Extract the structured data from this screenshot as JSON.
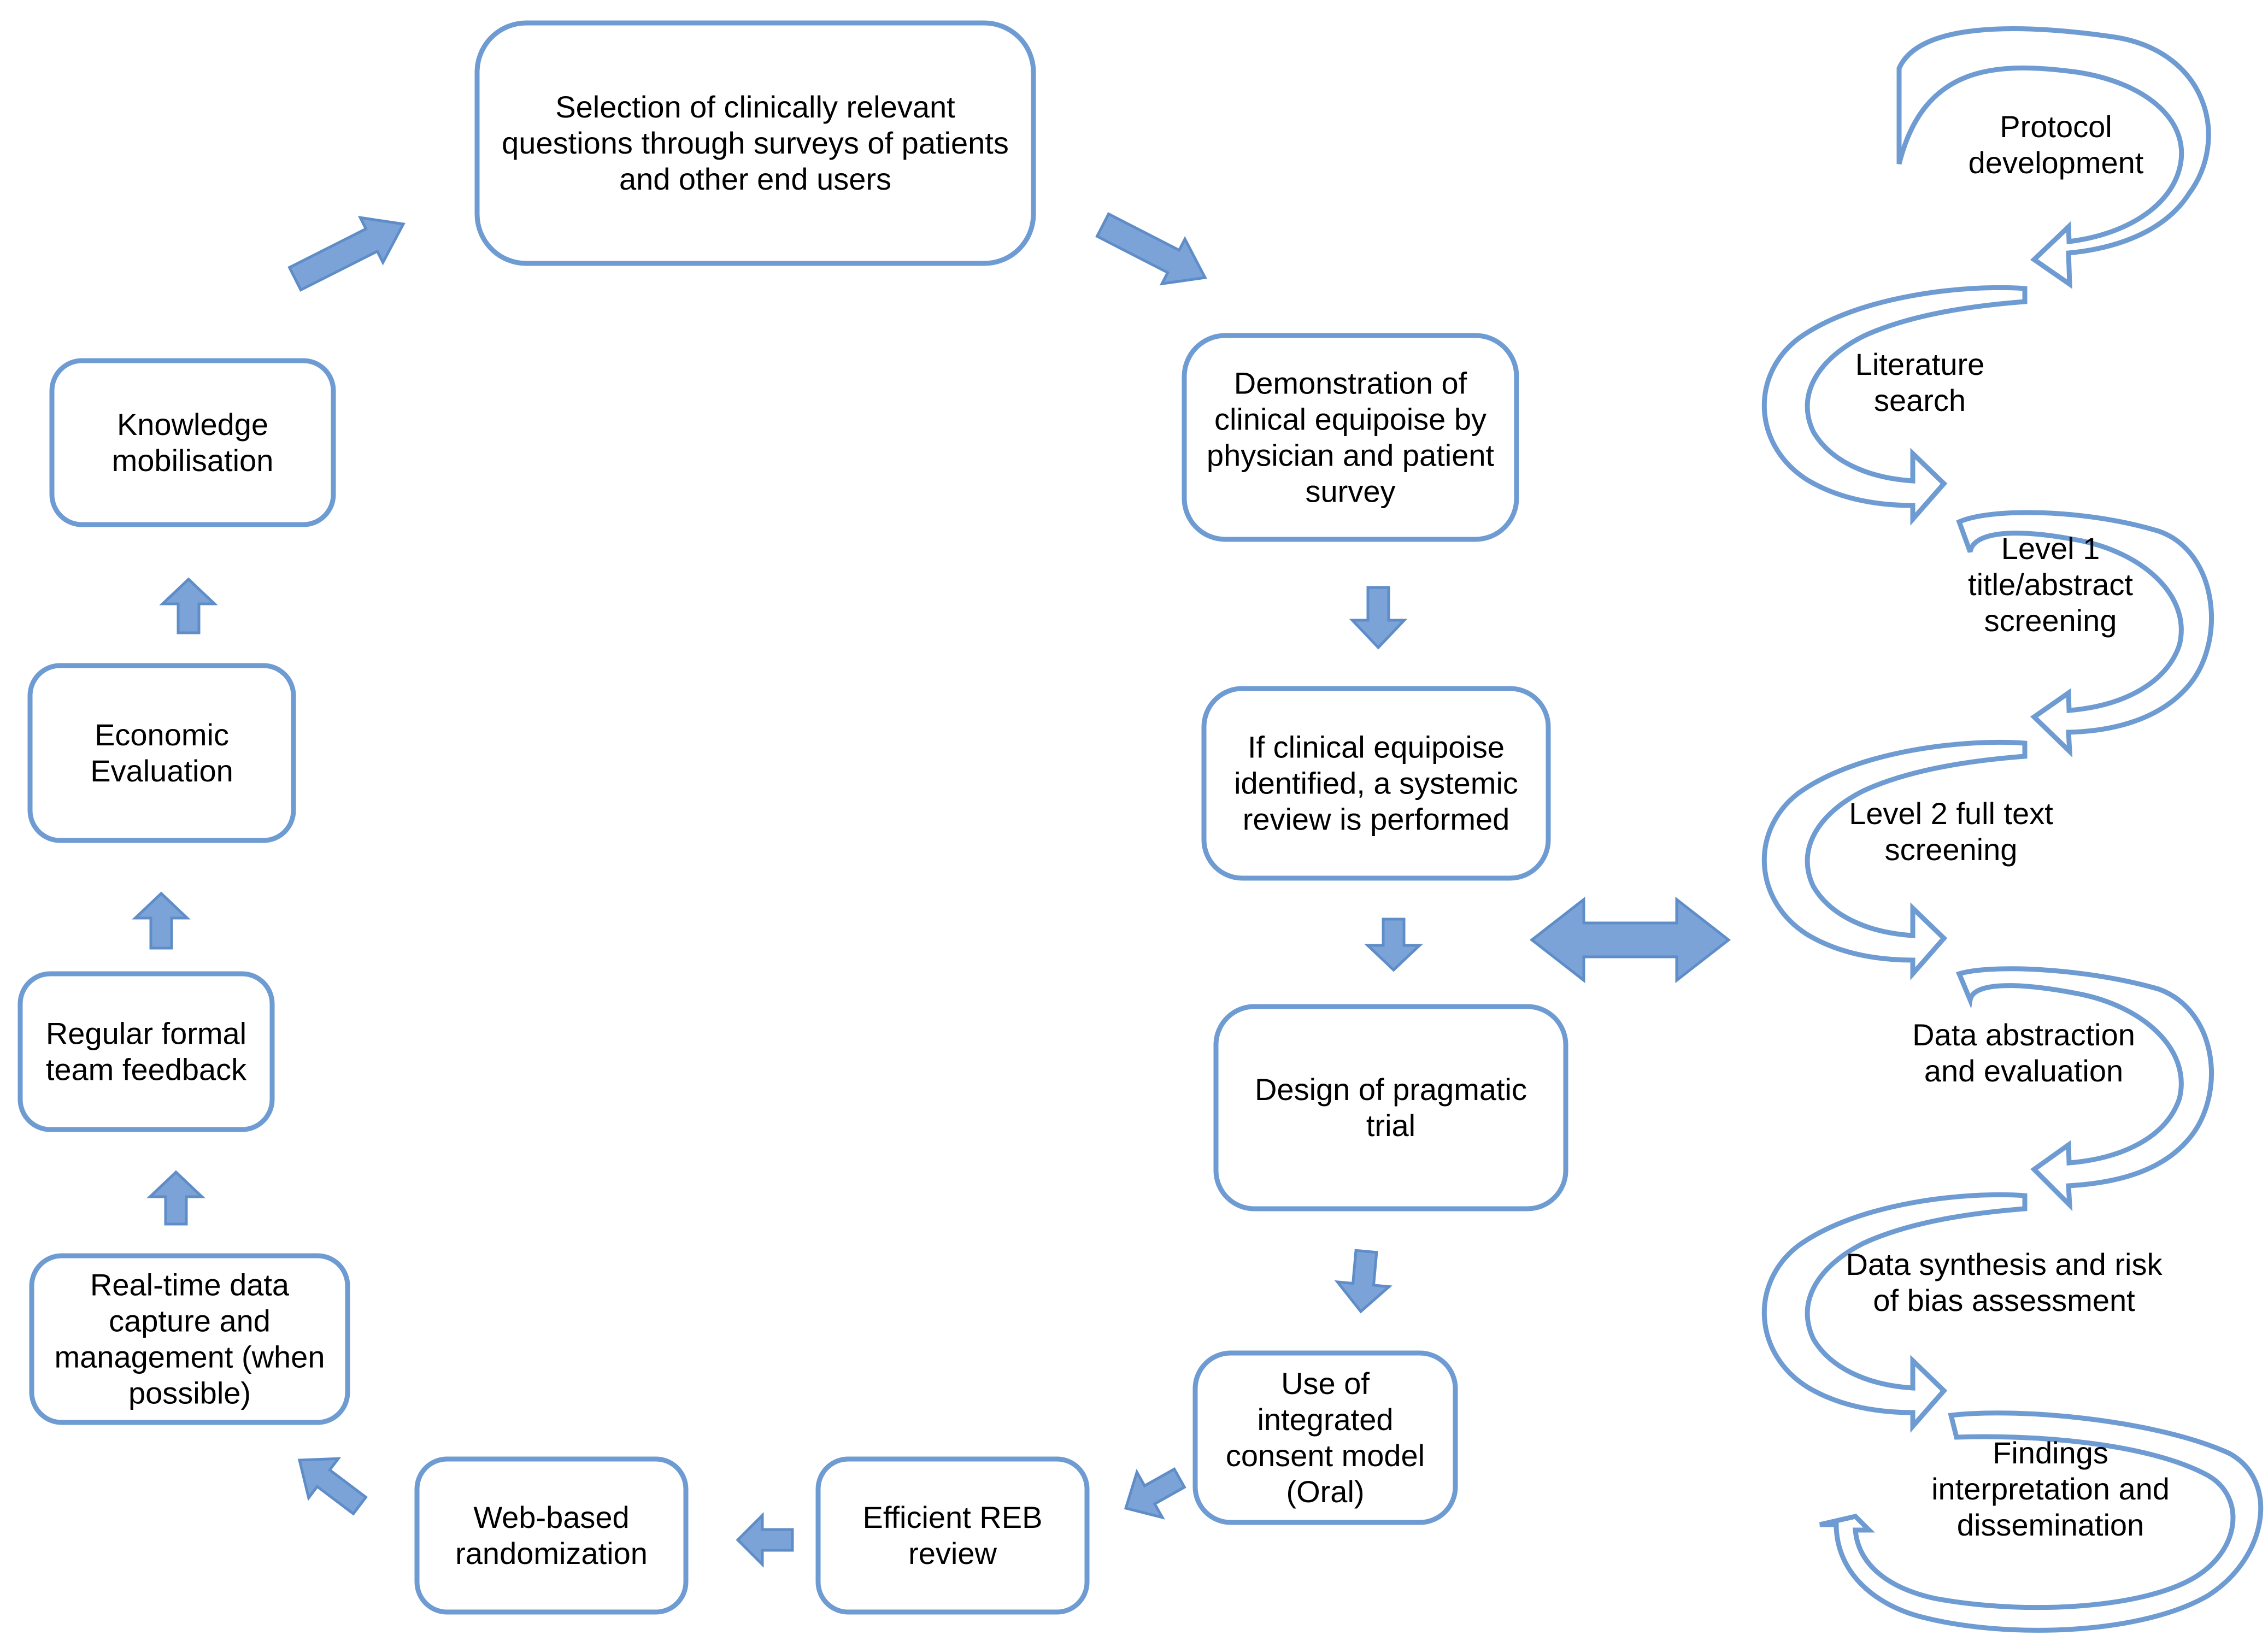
{
  "cycle": [
    {
      "id": "selection",
      "lines": [
        "Selection of clinically relevant",
        "questions through surveys of patients",
        "and other end users"
      ]
    },
    {
      "id": "demonstration",
      "lines": [
        "Demonstration of",
        "clinical equipoise by",
        "physician and patient",
        "survey"
      ]
    },
    {
      "id": "systemic-review",
      "lines": [
        "If clinical equipoise",
        "identified, a systemic",
        "review is performed"
      ]
    },
    {
      "id": "design",
      "lines": [
        "Design of pragmatic",
        "trial"
      ]
    },
    {
      "id": "consent",
      "lines": [
        "Use of",
        "integrated",
        "consent model",
        "(Oral)"
      ]
    },
    {
      "id": "reb",
      "lines": [
        "Efficient REB",
        "review"
      ]
    },
    {
      "id": "randomization",
      "lines": [
        "Web-based",
        "randomization"
      ]
    },
    {
      "id": "data-capture",
      "lines": [
        "Real-time data",
        "capture and",
        "management (when",
        "possible)"
      ]
    },
    {
      "id": "feedback",
      "lines": [
        "Regular formal",
        "team feedback"
      ]
    },
    {
      "id": "economic",
      "lines": [
        "Economic",
        "Evaluation"
      ]
    },
    {
      "id": "knowledge",
      "lines": [
        "Knowledge",
        "mobilisation"
      ]
    }
  ],
  "review_steps": [
    {
      "id": "protocol",
      "lines": [
        "Protocol",
        "development"
      ]
    },
    {
      "id": "literature",
      "lines": [
        "Literature",
        "search"
      ]
    },
    {
      "id": "level1",
      "lines": [
        "Level 1",
        "title/abstract",
        "screening"
      ]
    },
    {
      "id": "level2",
      "lines": [
        "Level 2 full text",
        "screening"
      ]
    },
    {
      "id": "abstraction",
      "lines": [
        "Data abstraction",
        "and evaluation"
      ]
    },
    {
      "id": "synthesis",
      "lines": [
        "Data synthesis and risk",
        "of bias assessment"
      ]
    },
    {
      "id": "findings",
      "lines": [
        "Findings",
        "interpretation and",
        "dissemination"
      ]
    }
  ],
  "colors": {
    "box_border": "#6e9bd2",
    "arrow_fill": "#7ba3d8"
  }
}
